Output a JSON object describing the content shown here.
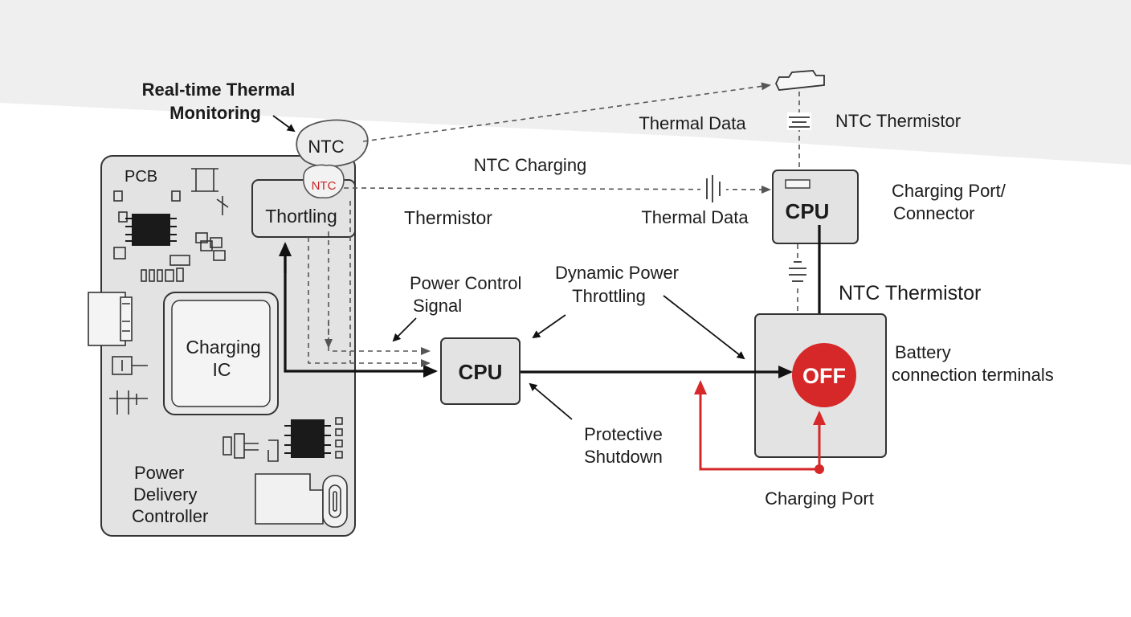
{
  "labels": {
    "monitoring_line1": "Real-time Thermal",
    "monitoring_line2": "Monitoring",
    "ntc_bubble": "NTC",
    "ntc_small": "NTC",
    "pcb": "PCB",
    "throttling_box": "Thortling",
    "charging_ic_line1": "Charging",
    "charging_ic_line2": "IC",
    "power_delivery_line1": "Power",
    "power_delivery_line2": "Delivery",
    "power_delivery_line3": "Controller",
    "thermal_data_top": "Thermal Data",
    "ntc_thermistor_top": "NTC Thermistor",
    "ntc_charging": "NTC Charging",
    "thermistor": "Thermistor",
    "thermal_data_mid": "Thermal Data",
    "cpu_top": "CPU",
    "charging_port_connector_line1": "Charging Port/",
    "charging_port_connector_line2": "Connector",
    "power_control_line1": "Power Control",
    "power_control_line2": "Signal",
    "dynamic_line1": "Dynamic Power",
    "dynamic_line2": "Throttling",
    "ntc_thermistor_mid": "NTC Thermistor",
    "cpu_center": "CPU",
    "off_button": "OFF",
    "battery_line1": "Battery",
    "battery_line2": "connection terminals",
    "protective_line1": "Protective",
    "protective_line2": "Shutdown",
    "charging_port_bottom": "Charging Port"
  },
  "colors": {
    "box_fill": "#e3e3e3",
    "stroke": "#333333",
    "accent_red": "#d62828",
    "band": "#efefef"
  }
}
